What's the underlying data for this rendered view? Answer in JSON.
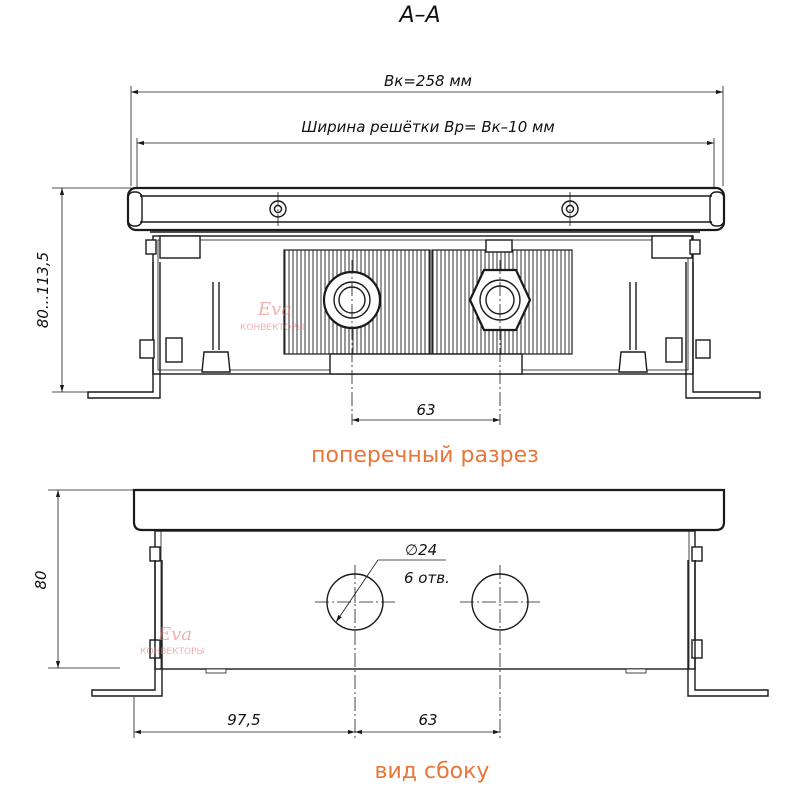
{
  "title": "A–A",
  "section_caption": "поперечный разрез",
  "side_caption": "вид сбоку",
  "dims": {
    "overall_width": "Bк=258 мм",
    "grille_width": "Ширина решётки Bр= Bк–10 мм",
    "height_range": "80...113,5",
    "pipe_spacing_top": "63",
    "height_side": "80",
    "hole_diameter": "∅24",
    "hole_count": "6 отв.",
    "offset_left": "97,5",
    "pipe_spacing_bottom": "63"
  },
  "watermark": {
    "brand": "Eva",
    "sub": "КОНВЕКТОРЫ"
  },
  "colors": {
    "caption": "#e8763a",
    "watermark": "#e57373",
    "line": "#1a1a1a"
  }
}
